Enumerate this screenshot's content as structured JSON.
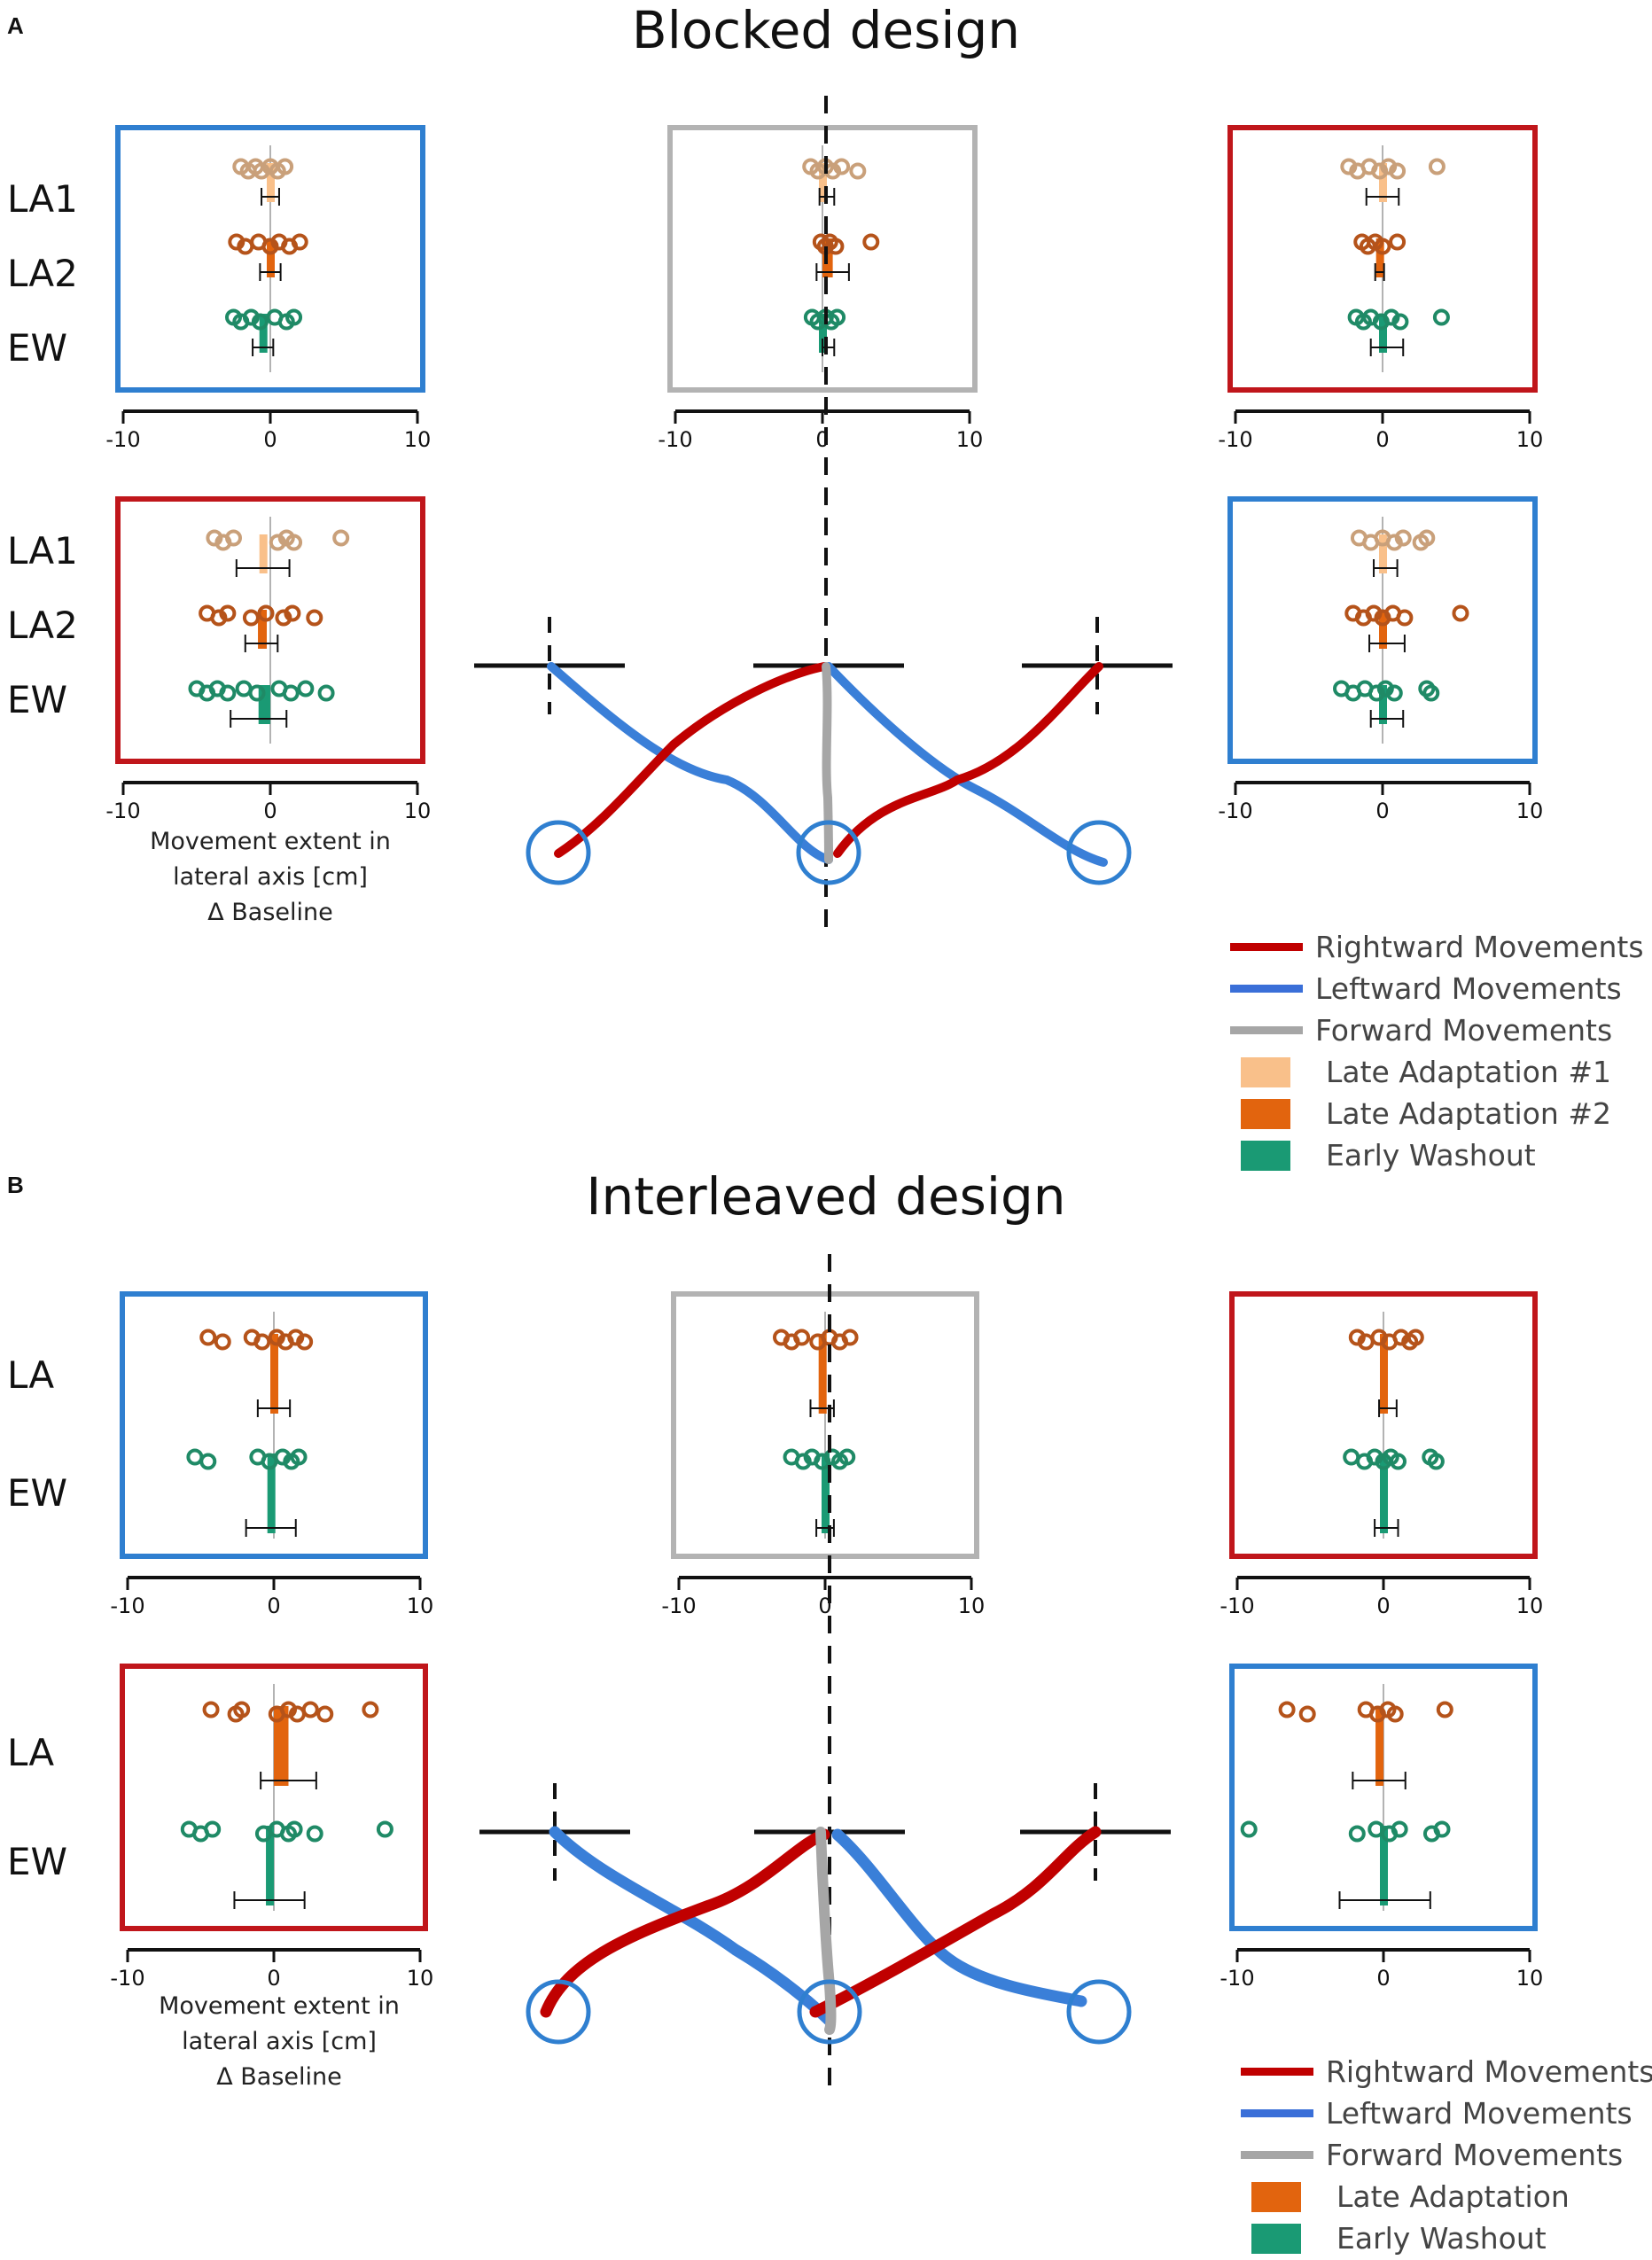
{
  "panel_a": {
    "letter": "A",
    "title": "Blocked design",
    "top_row_labels": [
      "LA1",
      "LA2",
      "EW"
    ],
    "bottom_row_labels": [
      "LA1",
      "LA2",
      "EW"
    ],
    "axis_ticks": [
      "-10",
      "0",
      "10"
    ],
    "x_axis_label_line1": "Movement extent in",
    "x_axis_label_line2": "lateral axis [cm]",
    "x_axis_label_line3": "Δ Baseline",
    "legend": [
      {
        "label": "Rightward Movements",
        "color": "#c00000",
        "kind": "line"
      },
      {
        "label": "Leftward Movements",
        "color": "#3a6fd8",
        "kind": "line"
      },
      {
        "label": "Forward Movements",
        "color": "#a6a6a6",
        "kind": "line"
      },
      {
        "label": "Late Adaptation #1",
        "color": "#f9c08a",
        "kind": "box"
      },
      {
        "label": "Late Adaptation #2",
        "color": "#e2640e",
        "kind": "box"
      },
      {
        "label": "Early Washout",
        "color": "#1a9a74",
        "kind": "box"
      }
    ]
  },
  "panel_b": {
    "letter": "B",
    "title": "Interleaved design",
    "top_row_labels": [
      "LA",
      "EW"
    ],
    "bottom_row_labels": [
      "LA",
      "EW"
    ],
    "axis_ticks": [
      "-10",
      "0",
      "10"
    ],
    "x_axis_label_line1": "Movement extent in",
    "x_axis_label_line2": "lateral axis [cm]",
    "x_axis_label_line3": "Δ Baseline",
    "legend": [
      {
        "label": "Rightward Movements",
        "color": "#c00000",
        "kind": "line"
      },
      {
        "label": "Leftward Movements",
        "color": "#3a6fd8",
        "kind": "line"
      },
      {
        "label": "Forward Movements",
        "color": "#a6a6a6",
        "kind": "line"
      },
      {
        "label": "Late Adaptation",
        "color": "#e2640e",
        "kind": "box"
      },
      {
        "label": "Early Washout",
        "color": "#1a9a74",
        "kind": "box"
      }
    ]
  },
  "colors": {
    "leftward_frame": "#2f7fd0",
    "rightward_frame": "#c0161b",
    "forward_frame": "#b3b3b3",
    "la1": "#c9a07a",
    "la2": "#b5531a",
    "ew": "#1f8a66",
    "la1_bar": "#f9c08a",
    "la2_bar": "#e2640e",
    "ew_bar": "#1a9a74"
  },
  "chart_data": [
    {
      "type": "scatter",
      "panel": "A-blocked",
      "target": "top-left (leftward)",
      "xlim": [
        -10,
        10
      ],
      "series": [
        {
          "name": "LA1",
          "mean": 0.0,
          "sem": 0.6,
          "points": [
            -2.0,
            -1.5,
            -1.0,
            -0.6,
            0.0,
            0.5,
            1.0
          ]
        },
        {
          "name": "LA2",
          "mean": 0.0,
          "sem": 0.7,
          "points": [
            -2.3,
            -1.7,
            -0.8,
            0.0,
            0.6,
            1.3,
            2.0
          ]
        },
        {
          "name": "EW",
          "mean": -0.5,
          "sem": 0.7,
          "points": [
            -2.5,
            -2.0,
            -1.3,
            -0.7,
            0.3,
            1.1,
            1.6
          ]
        }
      ]
    },
    {
      "type": "scatter",
      "panel": "A-blocked",
      "target": "top-center (forward)",
      "xlim": [
        -10,
        10
      ],
      "series": [
        {
          "name": "LA1",
          "mean": 0.3,
          "sem": 0.5,
          "points": [
            -0.8,
            -0.3,
            0.2,
            0.7,
            1.3,
            2.4
          ]
        },
        {
          "name": "LA2",
          "mean": 0.7,
          "sem": 1.1,
          "points": [
            -0.1,
            0.2,
            0.5,
            0.9,
            3.3
          ]
        },
        {
          "name": "EW",
          "mean": 0.4,
          "sem": 0.4,
          "points": [
            -0.7,
            -0.3,
            0.2,
            0.6,
            1.0
          ]
        }
      ]
    },
    {
      "type": "scatter",
      "panel": "A-blocked",
      "target": "top-right (rightward)",
      "xlim": [
        -10,
        10
      ],
      "series": [
        {
          "name": "LA1",
          "mean": 0.0,
          "sem": 1.1,
          "points": [
            -2.3,
            -1.7,
            -0.9,
            -0.2,
            0.4,
            1.0,
            3.7
          ]
        },
        {
          "name": "LA2",
          "mean": -0.2,
          "sem": 0.3,
          "points": [
            -1.4,
            -1.0,
            -0.5,
            0.0,
            1.0
          ]
        },
        {
          "name": "EW",
          "mean": 0.3,
          "sem": 1.1,
          "points": [
            -1.8,
            -1.3,
            -0.8,
            -0.1,
            0.6,
            1.2,
            4.0
          ]
        }
      ]
    },
    {
      "type": "scatter",
      "panel": "A-blocked",
      "target": "bottom-left (rightward)",
      "xlim": [
        -10,
        10
      ],
      "series": [
        {
          "name": "LA1",
          "mean": -0.5,
          "sem": 1.8,
          "points": [
            -3.8,
            -3.2,
            -2.5,
            0.5,
            1.1,
            1.6,
            4.8
          ]
        },
        {
          "name": "LA2",
          "mean": -0.6,
          "sem": 1.1,
          "points": [
            -4.3,
            -3.5,
            -2.9,
            -1.3,
            -0.3,
            0.9,
            1.5,
            3.0
          ]
        },
        {
          "name": "EW",
          "mean": -0.8,
          "sem": 1.9,
          "points": [
            -5.0,
            -4.3,
            -3.6,
            -2.9,
            -1.8,
            -0.9,
            0.6,
            1.4,
            2.4,
            3.8
          ]
        }
      ]
    },
    {
      "type": "scatter",
      "panel": "A-blocked",
      "target": "bottom-right (leftward)",
      "xlim": [
        -10,
        10
      ],
      "series": [
        {
          "name": "LA1",
          "mean": 0.2,
          "sem": 0.8,
          "points": [
            -1.6,
            -0.8,
            0.0,
            0.8,
            1.4,
            2.6,
            3.0
          ]
        },
        {
          "name": "LA2",
          "mean": 0.3,
          "sem": 1.2,
          "points": [
            -2.0,
            -1.3,
            -0.6,
            0.0,
            0.7,
            1.5,
            5.3
          ]
        },
        {
          "name": "EW",
          "mean": 0.3,
          "sem": 1.1,
          "points": [
            -2.8,
            -2.0,
            -1.2,
            -0.4,
            0.2,
            0.8,
            3.0,
            3.3
          ]
        }
      ]
    },
    {
      "type": "scatter",
      "panel": "B-interleaved",
      "target": "top-left (leftward)",
      "xlim": [
        -10,
        10
      ],
      "series": [
        {
          "name": "LA",
          "mean": 0.0,
          "sem": 1.1,
          "points": [
            -4.5,
            -3.5,
            -1.5,
            -0.8,
            0.2,
            0.8,
            1.5,
            2.1
          ]
        },
        {
          "name": "EW",
          "mean": -0.2,
          "sem": 1.7,
          "points": [
            -5.4,
            -4.5,
            -1.1,
            -0.3,
            0.6,
            1.2,
            1.7
          ]
        }
      ]
    },
    {
      "type": "scatter",
      "panel": "B-interleaved",
      "target": "top-center (forward)",
      "xlim": [
        -10,
        10
      ],
      "series": [
        {
          "name": "LA",
          "mean": -0.2,
          "sem": 0.8,
          "points": [
            -3.0,
            -2.3,
            -1.6,
            -0.5,
            0.3,
            1.0,
            1.7
          ]
        },
        {
          "name": "EW",
          "mean": 0.0,
          "sem": 0.6,
          "points": [
            -2.3,
            -1.5,
            -0.9,
            -0.2,
            0.5,
            1.0,
            1.5
          ]
        }
      ]
    },
    {
      "type": "scatter",
      "panel": "B-interleaved",
      "target": "top-right (rightward)",
      "xlim": [
        -10,
        10
      ],
      "series": [
        {
          "name": "LA",
          "mean": 0.3,
          "sem": 0.6,
          "points": [
            -1.8,
            -1.2,
            -0.3,
            0.4,
            1.2,
            1.8,
            2.2
          ]
        },
        {
          "name": "EW",
          "mean": 0.2,
          "sem": 0.8,
          "points": [
            -2.2,
            -1.3,
            -0.6,
            0.0,
            0.5,
            1.0,
            3.2,
            3.6
          ]
        }
      ]
    },
    {
      "type": "scatter",
      "panel": "B-interleaved",
      "target": "bottom-left (rightward)",
      "xlim": [
        -10,
        10
      ],
      "series": [
        {
          "name": "LA",
          "mean": 1.0,
          "sem": 1.9,
          "points": [
            -4.3,
            -2.6,
            -2.2,
            0.2,
            1.0,
            1.6,
            2.5,
            3.5,
            6.6
          ]
        },
        {
          "name": "EW",
          "mean": -0.3,
          "sem": 2.4,
          "points": [
            -5.8,
            -5.0,
            -4.2,
            -0.7,
            0.2,
            1.0,
            1.4,
            2.8,
            7.6
          ]
        }
      ]
    },
    {
      "type": "scatter",
      "panel": "B-interleaved",
      "target": "bottom-right (leftward)",
      "xlim": [
        -10,
        10
      ],
      "series": [
        {
          "name": "LA",
          "mean": -0.3,
          "sem": 1.8,
          "points": [
            -6.6,
            -5.2,
            -1.2,
            -0.4,
            0.3,
            0.8,
            4.2
          ]
        },
        {
          "name": "EW",
          "mean": 0.1,
          "sem": 3.1,
          "points": [
            -9.2,
            -1.8,
            -0.5,
            0.4,
            1.1,
            3.3,
            4.0
          ]
        }
      ]
    }
  ]
}
